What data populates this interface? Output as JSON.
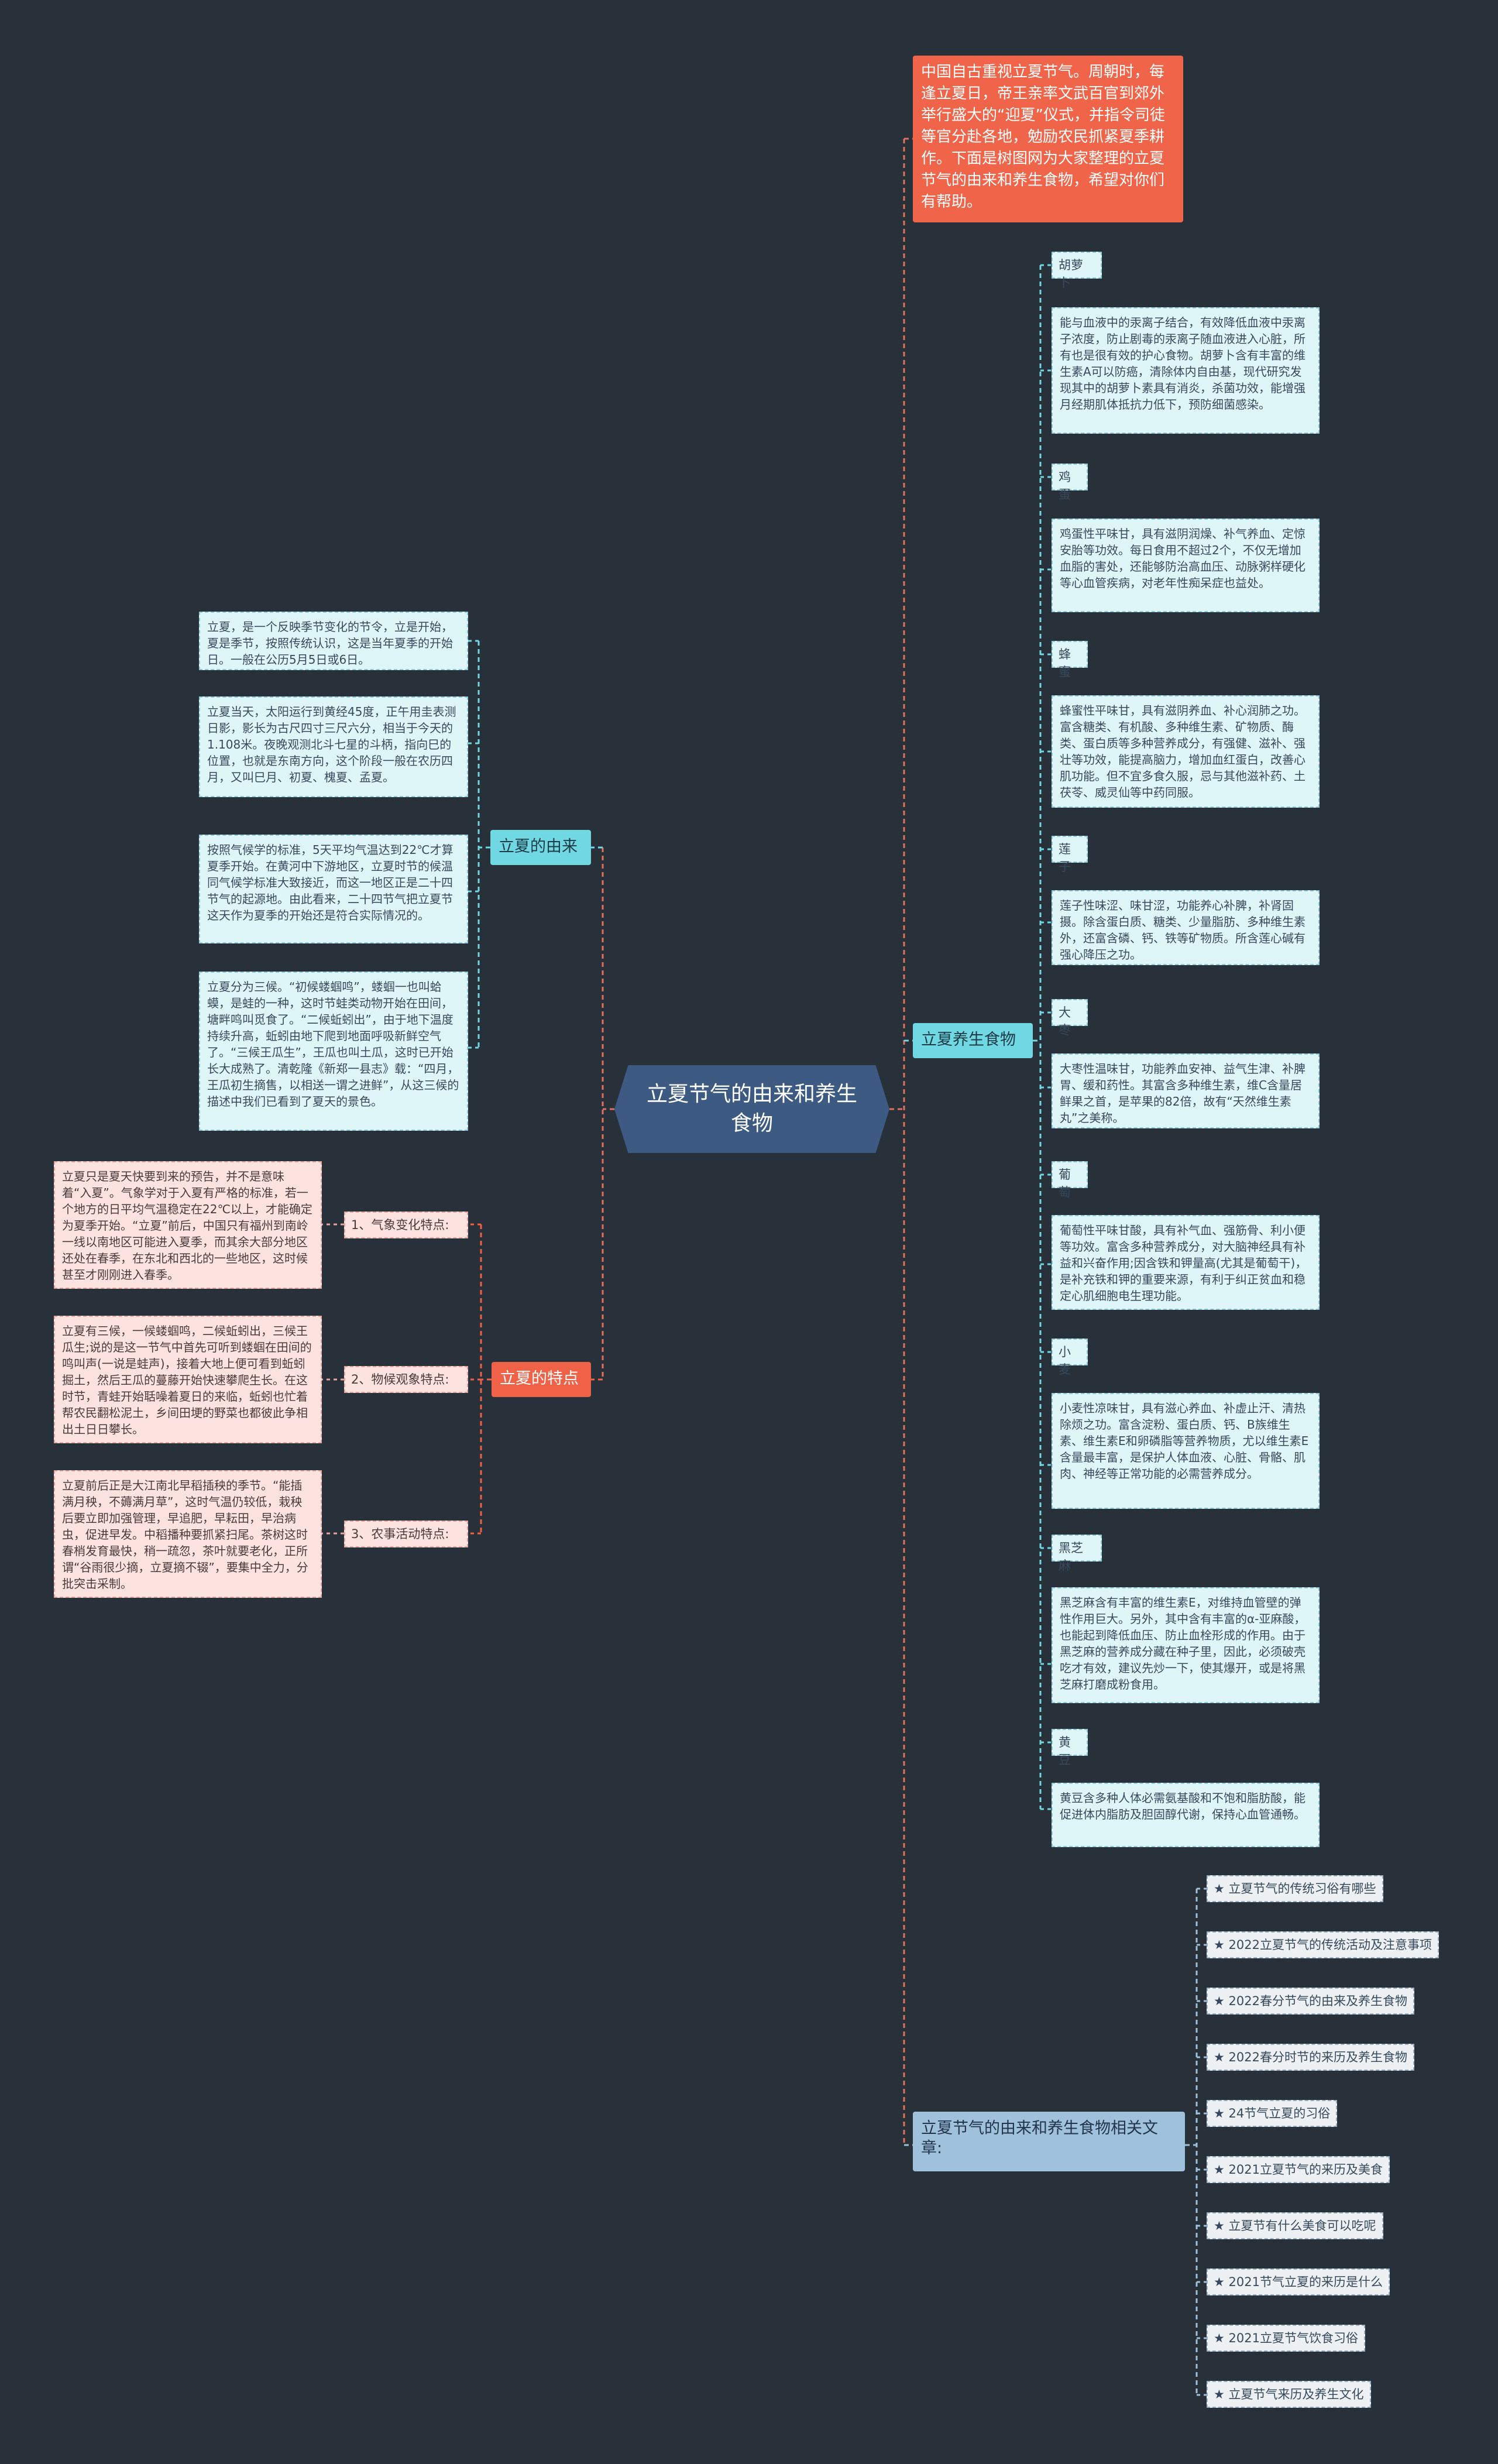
{
  "root": "立夏节气的由来和养生食物",
  "intro": "中国自古重视立夏节气。周朝时，每逢立夏日，帝王亲率文武百官到郊外举行盛大的“迎夏”仪式，并指令司徒等官分赴各地，勉励农民抓紧夏季耕作。下面是树图网为大家整理的立夏节气的由来和养生食物，希望对你们有帮助。",
  "origin": {
    "title": "立夏的由来",
    "items": [
      "立夏，是一个反映季节变化的节令，立是开始，夏是季节，按照传统认识，这是当年夏季的开始日。一般在公历5月5日或6日。",
      "立夏当天，太阳运行到黄经45度，正午用圭表测日影，影长为古尺四寸三尺六分，相当于今天的1.108米。夜晚观测北斗七星的斗柄，指向巳的位置，也就是东南方向，这个阶段一般在农历四月，又叫巳月、初夏、槐夏、孟夏。",
      "按照气候学的标准，5天平均气温达到22℃才算夏季开始。在黄河中下游地区，立夏时节的候温同气候学标准大致接近，而这一地区正是二十四节气的起源地。由此看来，二十四节气把立夏节这天作为夏季的开始还是符合实际情况的。",
      "立夏分为三候。“初候蝼蝈鸣”，蝼蝈一也叫蛤蟆，是蛙的一种，这时节蛙类动物开始在田间，塘畔鸣叫觅食了。“二候蚯蚓出”，由于地下温度持续升高，蚯蚓由地下爬到地面呼吸新鲜空气了。“三候王瓜生”，王瓜也叫土瓜，这时已开始长大成熟了。清乾隆《新郑一县志》载：“四月，王瓜初生摘售，以相送一谓之进鲜”，从这三候的描述中我们已看到了夏天的景色。"
    ]
  },
  "features": {
    "title": "立夏的特点",
    "items": [
      {
        "label": "1、气象变化特点:",
        "text": "立夏只是夏天快要到来的预告，并不是意味着“入夏”。气象学对于入夏有严格的标准，若一个地方的日平均气温稳定在22℃以上，才能确定为夏季开始。“立夏”前后，中国只有福州到南岭一线以南地区可能进入夏季，而其余大部分地区还处在春季，在东北和西北的一些地区，这时候甚至才刚刚进入春季。"
      },
      {
        "label": "2、物候观象特点:",
        "text": "立夏有三候，一候蝼蝈鸣，二候蚯蚓出，三候王瓜生;说的是这一节气中首先可听到蝼蝈在田间的鸣叫声(一说是蛙声)，接着大地上便可看到蚯蚓掘土，然后王瓜的蔓藤开始快速攀爬生长。在这时节，青蛙开始聒噪着夏日的来临，蚯蚓也忙着帮农民翻松泥土，乡间田埂的野菜也都彼此争相出土日日攀长。"
      },
      {
        "label": "3、农事活动特点:",
        "text": "立夏前后正是大江南北早稻插秧的季节。“能插满月秧，不薅满月草”，这时气温仍较低，栽秧后要立即加强管理，早追肥，早耘田，早治病虫，促进早发。中稻播种要抓紧扫尾。茶树这时春梢发育最快，稍一疏忽，茶叶就要老化，正所谓“谷雨很少摘，立夏摘不辍”，要集中全力，分批突击采制。"
      }
    ]
  },
  "foods": {
    "title": "立夏养生食物",
    "items": [
      {
        "name": "胡萝卜",
        "text": "能与血液中的汞离子结合，有效降低血液中汞离子浓度，防止剧毒的汞离子随血液进入心脏，所有也是很有效的护心食物。胡萝卜含有丰富的维生素A可以防癌，清除体内自由基，现代研究发现其中的胡萝卜素具有消炎，杀菌功效，能增强月经期肌体抵抗力低下，预防细菌感染。"
      },
      {
        "name": "鸡蛋",
        "text": "鸡蛋性平味甘，具有滋阴润燥、补气养血、定惊安胎等功效。每日食用不超过2个，不仅无增加血脂的害处，还能够防治高血压、动脉粥样硬化等心血管疾病，对老年性痴呆症也益处。"
      },
      {
        "name": "蜂蜜",
        "text": "蜂蜜性平味甘，具有滋阴养血、补心润肺之功。富含糖类、有机酸、多种维生素、矿物质、酶类、蛋白质等多种营养成分，有强健、滋补、强壮等功效，能提高脑力，增加血红蛋白，改善心肌功能。但不宜多食久服，忌与其他滋补药、土茯苓、威灵仙等中药同服。"
      },
      {
        "name": "莲子",
        "text": "莲子性味涩、味甘涩，功能养心补脾，补肾固摄。除含蛋白质、糖类、少量脂肪、多种维生素外，还富含磷、钙、铁等矿物质。所含莲心碱有强心降压之功。"
      },
      {
        "name": "大枣",
        "text": "大枣性温味甘，功能养血安神、益气生津、补脾胃、缓和药性。其富含多种维生素，维C含量居鲜果之首，是苹果的82倍，故有“天然维生素丸”之美称。"
      },
      {
        "name": "葡萄",
        "text": "葡萄性平味甘酸，具有补气血、强筋骨、利小便等功效。富含多种营养成分，对大脑神经具有补益和兴奋作用;因含铁和钾量高(尤其是葡萄干)，是补充铁和钾的重要来源，有利于纠正贫血和稳定心肌细胞电生理功能。"
      },
      {
        "name": "小麦",
        "text": "小麦性凉味甘，具有滋心养血、补虚止汗、清热除烦之功。富含淀粉、蛋白质、钙、B族维生素、维生素E和卵磷脂等营养物质，尤以维生素E含量最丰富，是保护人体血液、心脏、骨骼、肌肉、神经等正常功能的必需营养成分。"
      },
      {
        "name": "黑芝麻",
        "text": "黑芝麻含有丰富的维生素E，对维持血管壁的弹性作用巨大。另外，其中含有丰富的α-亚麻酸，也能起到降低血压、防止血栓形成的作用。由于黑芝麻的营养成分藏在种子里，因此，必须破壳吃才有效，建议先炒一下，使其爆开，或是将黑芝麻打磨成粉食用。"
      },
      {
        "name": "黄豆",
        "text": "黄豆含多种人体必需氨基酸和不饱和脂肪酸，能促进体内脂肪及胆固醇代谢，保持心血管通畅。"
      }
    ]
  },
  "related": {
    "title": "立夏节气的由来和养生食物相关文章:",
    "items": [
      "★ 立夏节气的传统习俗有哪些",
      "★ 2022立夏节气的传统活动及注意事项",
      "★ 2022春分节气的由来及养生食物",
      "★ 2022春分时节的来历及养生食物",
      "★ 24节气立夏的习俗",
      "★ 2021立夏节气的来历及美食",
      "★ 立夏节有什么美食可以吃呢",
      "★ 2021节气立夏的来历是什么",
      "★ 2021立夏节气饮食习俗",
      "★ 立夏节气来历及养生文化"
    ]
  },
  "colors": {
    "background": "#283039",
    "root": "#3d5b82",
    "intro": "#f0654a",
    "branch_cyan": "#6fd8e2",
    "branch_red": "#ef6247",
    "branch_blue": "#9fc1dc",
    "leaf_cyan": "#dff6f9",
    "leaf_pink": "#fde3e0"
  }
}
